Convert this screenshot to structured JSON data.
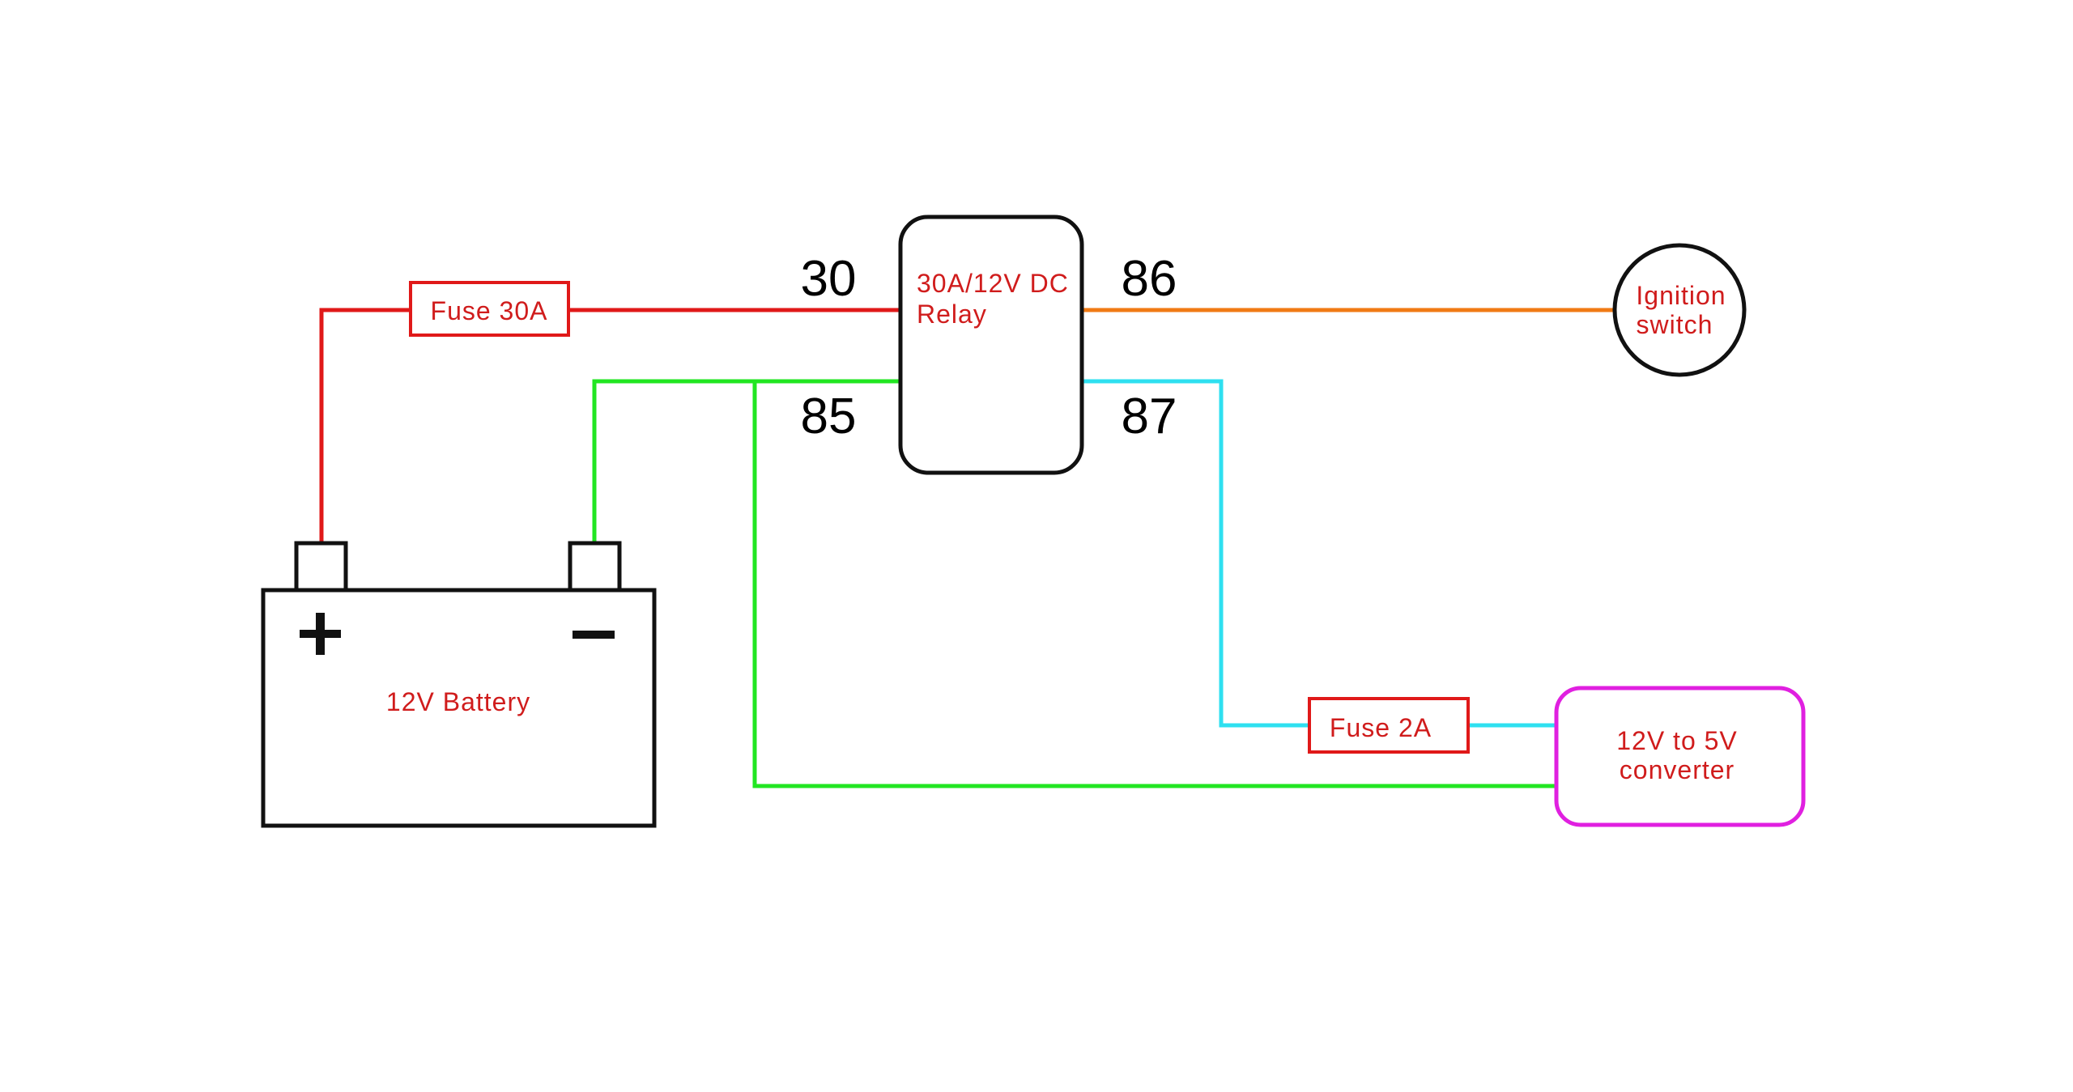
{
  "components": {
    "fuse_main": {
      "label": "Fuse 30A"
    },
    "relay": {
      "label_line1": "30A/12V DC",
      "label_line2": "Relay"
    },
    "ignition": {
      "label_line1": "Ignition",
      "label_line2": "switch"
    },
    "battery": {
      "label": "12V Battery",
      "plus": "+",
      "minus": "−"
    },
    "fuse_small": {
      "label": "Fuse 2A"
    },
    "converter": {
      "label_line1": "12V to 5V",
      "label_line2": "converter"
    }
  },
  "pins": {
    "p30": "30",
    "p85": "85",
    "p86": "86",
    "p87": "87"
  },
  "colors": {
    "red_wire": "#e01919",
    "green_wire": "#22e622",
    "orange_wire": "#f07a14",
    "cyan_wire": "#2ee0f0",
    "magenta_box": "#e020e0",
    "label_red": "#d01c1c",
    "outline": "#111111"
  }
}
